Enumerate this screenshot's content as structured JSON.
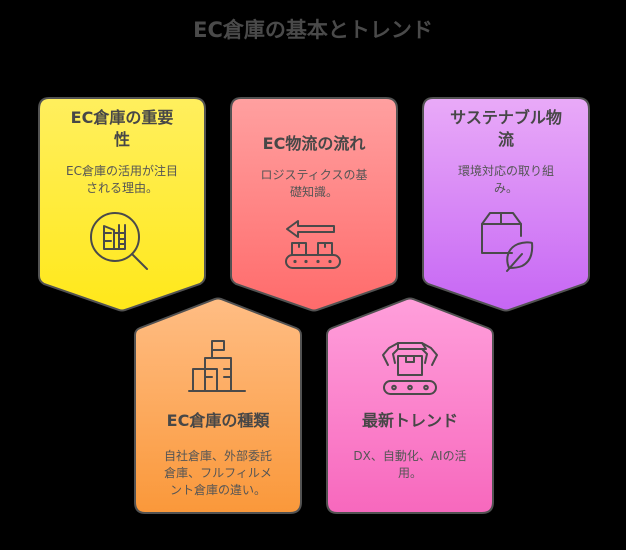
{
  "title": "EC倉庫の基本とトレンド",
  "colors": {
    "background": "#000000",
    "border": "#525252",
    "text": "#4a4a4a"
  },
  "cards": [
    {
      "id": "importance",
      "heading_line1": "EC倉庫の重要",
      "heading_line2": "性",
      "desc_line1": "EC倉庫の活用が注目",
      "desc_line2": "される理由。",
      "icon": "warehouse-magnifier-icon",
      "color_top": "#FFEF5E",
      "color_bottom": "#FFE81A",
      "shape": "pointer-down"
    },
    {
      "id": "logistics-flow",
      "heading_line1": "EC物流の流れ",
      "desc_line1": "ロジスティクスの基",
      "desc_line2": "礎知識。",
      "icon": "conveyor-arrow-icon",
      "color_top": "#FFA0A0",
      "color_bottom": "#FF6B6B",
      "shape": "pointer-down"
    },
    {
      "id": "sustainable",
      "heading_line1": "サステナブル物",
      "heading_line2": "流",
      "desc_line1": "環境対応の取り組",
      "desc_line2": "み。",
      "icon": "box-leaf-icon",
      "color_top": "#E9AAF8",
      "color_bottom": "#C666F4",
      "shape": "pointer-down"
    },
    {
      "id": "types",
      "heading_line1": "EC倉庫の種類",
      "desc_line1": "自社倉庫、外部委託",
      "desc_line2": "倉庫、フルフィルメ",
      "desc_line3": "ント倉庫の違い。",
      "icon": "buildings-flag-icon",
      "color_top": "#FFBD84",
      "color_bottom": "#FA983A",
      "shape": "house-up"
    },
    {
      "id": "trends",
      "heading_line1": "最新トレンド",
      "desc_line1": "DX、自動化、AIの活",
      "desc_line2": "用。",
      "icon": "robot-arm-conveyor-icon",
      "color_top": "#FF9FDB",
      "color_bottom": "#F768BD",
      "shape": "house-up"
    }
  ]
}
